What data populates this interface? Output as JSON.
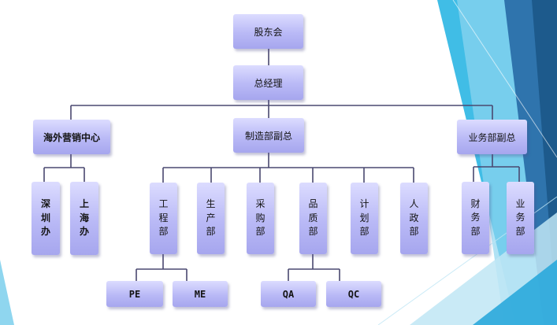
{
  "colors": {
    "connector": "#4a4870",
    "node_fill": "#c2c2f7",
    "triangle_cyan": "#35b8e4",
    "triangle_light": "#9fdcf0",
    "triangle_blue": "#2d6fa6",
    "triangle_navy": "#1f5d8f"
  },
  "nodes": {
    "shareholders": "股东会",
    "gm": "总经理",
    "overseas": "海外营销中心",
    "mfg": "制造部副总",
    "biz": "业务部副总",
    "shenzhen": "深圳办",
    "shanghai": "上海办",
    "eng": "工程部",
    "prod": "生产部",
    "purch": "采购部",
    "quality": "品质部",
    "plan": "计划部",
    "hr": "人政部",
    "finance": "财务部",
    "sales": "业务部",
    "pe": "PE",
    "me": "ME",
    "qa": "QA",
    "qc": "QC"
  }
}
